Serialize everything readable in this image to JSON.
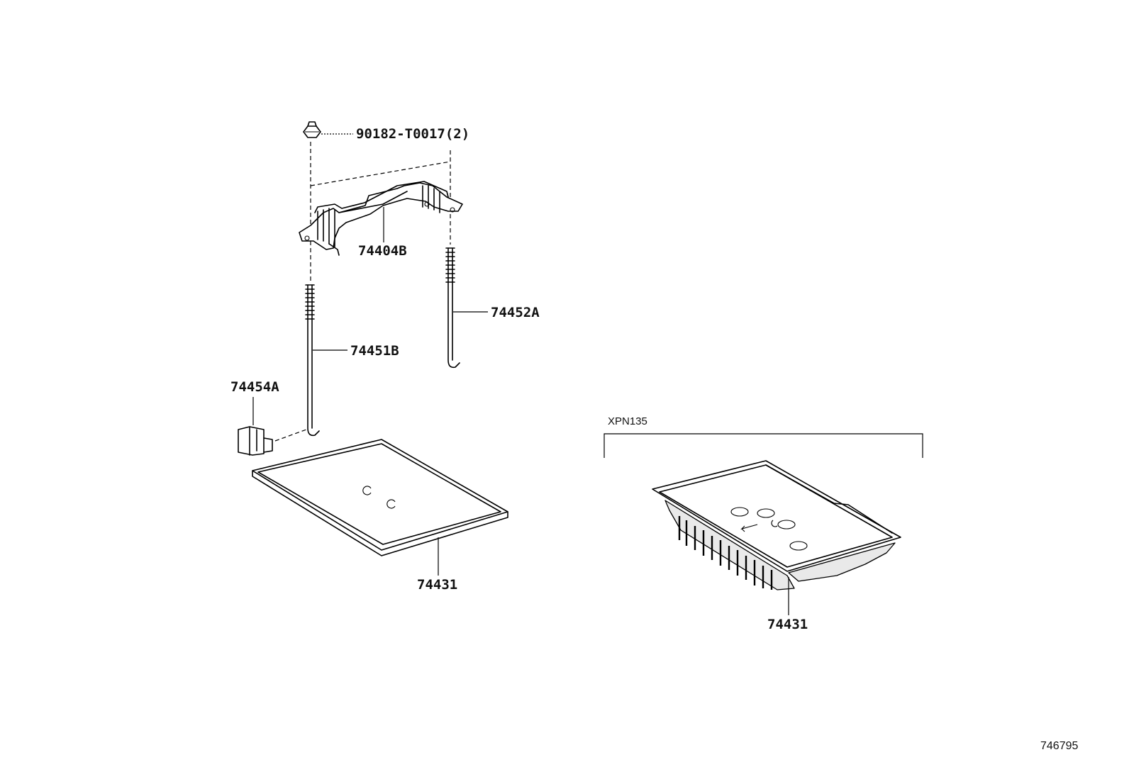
{
  "labels": {
    "nut": "90182-T0017(2)",
    "clamp": "74404B",
    "rod_right": "74452A",
    "rod_left": "74451B",
    "clip": "74454A",
    "tray_left": "74431",
    "variant": "XPN135",
    "tray_right": "74431",
    "diagram_id": "746795"
  }
}
